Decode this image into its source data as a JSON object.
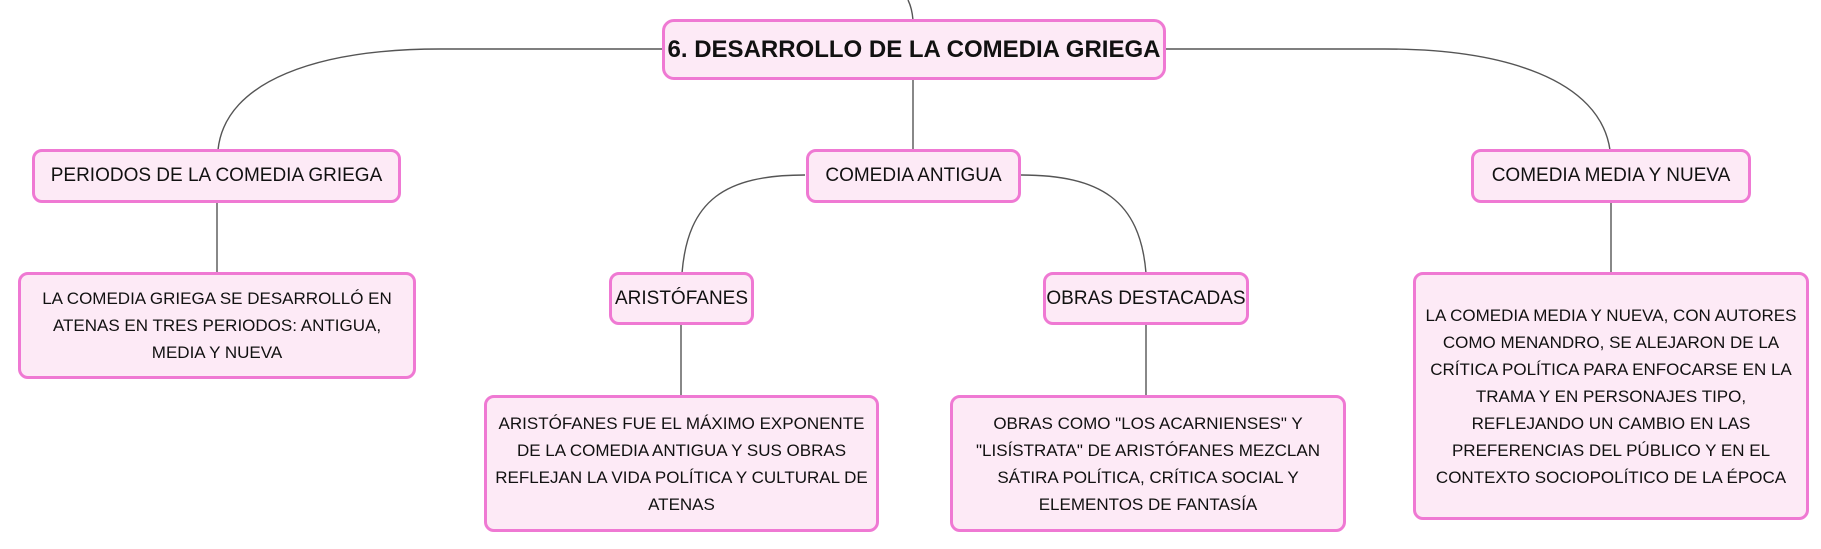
{
  "colors": {
    "node_fill": "#fdeaf6",
    "node_border": "#ef79d3",
    "connector": "#555555",
    "text": "#111111"
  },
  "diagram": {
    "root": "6. DESARROLLO DE LA COMEDIA GRIEGA",
    "periodos": {
      "title": "PERIODOS DE LA COMEDIA GRIEGA",
      "detail": "LA COMEDIA GRIEGA SE DESARROLLÓ EN ATENAS EN TRES PERIODOS: ANTIGUA, MEDIA Y NUEVA"
    },
    "antigua": {
      "title": "COMEDIA ANTIGUA",
      "aristofanes": {
        "title": "ARISTÓFANES",
        "detail": "ARISTÓFANES FUE EL MÁXIMO EXPONENTE DE LA COMEDIA ANTIGUA Y SUS OBRAS REFLEJAN LA VIDA POLÍTICA Y CULTURAL DE ATENAS"
      },
      "obras": {
        "title": "OBRAS DESTACADAS",
        "detail": "OBRAS COMO \"LOS ACARNIENSES\" Y \"LISÍSTRATA\" DE ARISTÓFANES MEZCLAN SÁTIRA POLÍTICA, CRÍTICA SOCIAL Y ELEMENTOS DE FANTASÍA"
      }
    },
    "media_nueva": {
      "title": "COMEDIA MEDIA Y NUEVA",
      "detail": "LA COMEDIA MEDIA Y NUEVA, CON AUTORES COMO MENANDRO, SE ALEJARON DE LA CRÍTICA POLÍTICA PARA ENFOCARSE EN LA TRAMA Y EN PERSONAJES TIPO, REFLEJANDO UN CAMBIO EN LAS PREFERENCIAS DEL PÚBLICO Y EN EL CONTEXTO SOCIOPOLÍTICO DE LA ÉPOCA"
    }
  }
}
